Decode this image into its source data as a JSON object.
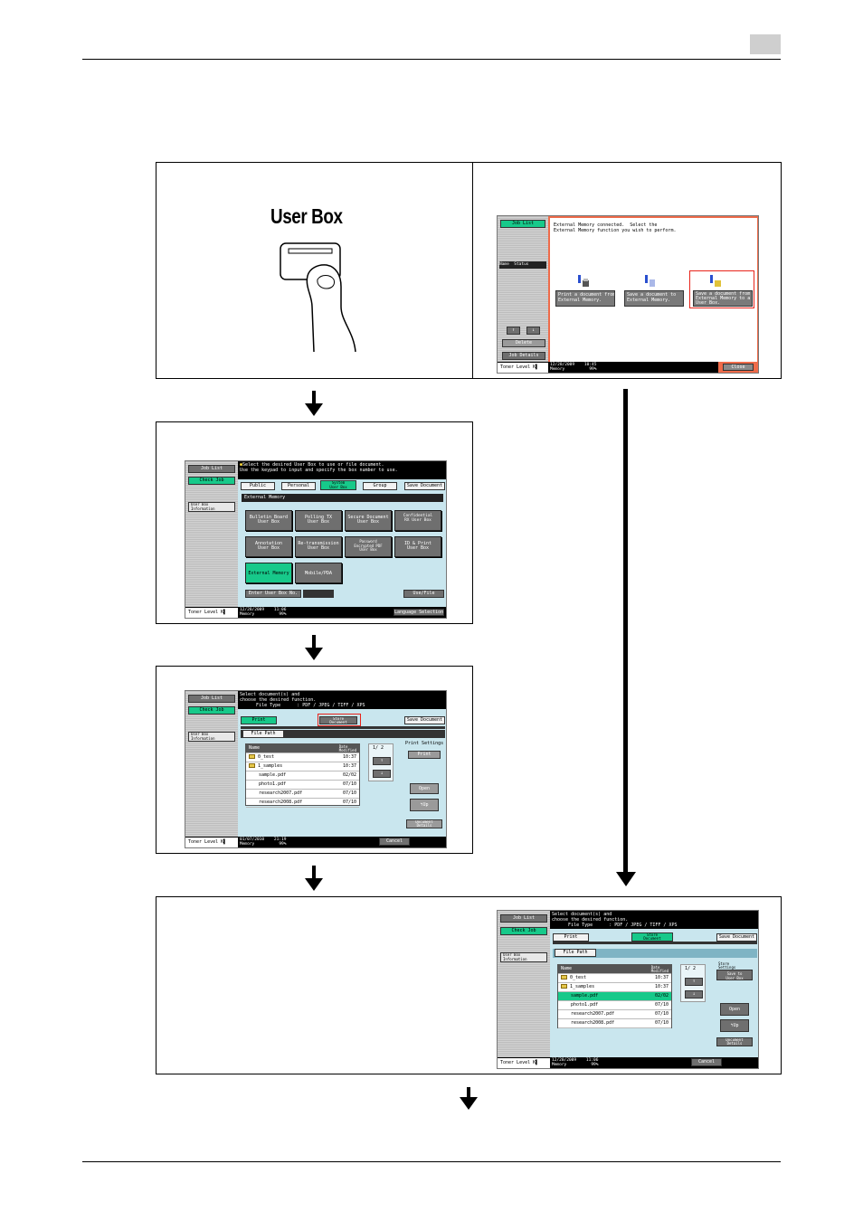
{
  "panel1": {
    "button_label": "User Box"
  },
  "panel2": {
    "side": {
      "job_list": "Job List",
      "col1": "Name",
      "col2": "Status",
      "delete": "Delete",
      "job_details": "Job Details",
      "toner": "Toner Level"
    },
    "message": "External Memory connected.  Select the\nExternal Memory function you wish to perform.",
    "options": [
      "Print a document from\nExternal Memory.",
      "Save a document to\nExternal Memory.",
      "Save a document from\nExternal Memory to a\nUser Box."
    ],
    "status": "12/28/2009    10:45\nMemory          99%",
    "close": "Close"
  },
  "panel3": {
    "side": {
      "job_list": "Job List",
      "check_job": "Check Job",
      "info": "User Box\nInformation",
      "toner": "Toner Level"
    },
    "message": "Select the desired User Box to use or file document.\nUse the keypad to input and specify the box number to use.",
    "tabs": [
      "Public",
      "Personal",
      "System\nUser Box",
      "Group"
    ],
    "save_document": "Save Document",
    "header": "External Memory",
    "boxes": [
      "Bulletin Board\nUser Box",
      "Polling TX\nUser Box",
      "Secure Document\nUser Box",
      "Confidential\nRX User Box",
      "Annotation\nUser Box",
      "Re-transmission\nUser Box",
      "Password\nEncrypted PDF\nUser Box",
      "ID & Print\nUser Box",
      "External Memory",
      "Mobile/PDA"
    ],
    "enter_box_no": "Enter User Box No.",
    "use_file": "Use/File",
    "status": "12/28/2009    11:06\nMemory          99%",
    "language": "Language Selection"
  },
  "panel4": {
    "side": {
      "job_list": "Job List",
      "check_job": "Check Job",
      "info": "User Box\nInformation",
      "toner": "Toner Level"
    },
    "message": "Select document(s) and\nchoose the desired function.\n      File Type      : PDF / JPEG / TIFF / XPS",
    "tab_print": "Print",
    "tab_store": "Store\nDocument",
    "save_document": "Save Document",
    "file_path": "File Path",
    "col_name": "Name",
    "col_date": "Date\nModified",
    "rows": [
      {
        "name": "0_test",
        "date": "10:37",
        "folder": true
      },
      {
        "name": "1_samples",
        "date": "10:37",
        "folder": true
      },
      {
        "name": "sample.pdf",
        "date": "02/02",
        "folder": false
      },
      {
        "name": "photo1.pdf",
        "date": "07/10",
        "folder": false
      },
      {
        "name": "research2007.pdf",
        "date": "07/10",
        "folder": false
      },
      {
        "name": "research2008.pdf",
        "date": "07/10",
        "folder": false
      }
    ],
    "page": "1/  2",
    "print_settings": "Print Settings",
    "print": "Print",
    "open": "Open",
    "up": "Up",
    "doc_details": "Document\nDetails",
    "status": "01/07/2010    21:19\nMemory          99%",
    "cancel": "Cancel"
  },
  "panel5": {
    "side": {
      "job_list": "Job List",
      "check_job": "Check Job",
      "info": "User Box\nInformation",
      "toner": "Toner Level"
    },
    "message": "Select document(s) and\nchoose the desired function.\n      File Type      : PDF / JPEG / TIFF / XPS",
    "tab_print": "Print",
    "tab_store": "Store\nDocument",
    "save_document": "Save Document",
    "file_path": "File Path",
    "col_name": "Name",
    "col_date": "Date\nModified",
    "rows": [
      {
        "name": "0_test",
        "date": "10:37",
        "folder": true
      },
      {
        "name": "1_samples",
        "date": "10:37",
        "folder": true
      },
      {
        "name": "sample.pdf",
        "date": "02/02",
        "folder": false,
        "selected": true
      },
      {
        "name": "photo1.pdf",
        "date": "07/10",
        "folder": false
      },
      {
        "name": "research2007.pdf",
        "date": "07/10",
        "folder": false
      },
      {
        "name": "research2008.pdf",
        "date": "07/10",
        "folder": false
      }
    ],
    "page": "1/  2",
    "store_settings": "Store\nSettings",
    "save_to_box": "Save to\nUser Box",
    "open": "Open",
    "up": "Up",
    "doc_details": "Document\nDetails",
    "status": "12/28/2009    11:06\nMemory          99%",
    "cancel": "Cancel"
  }
}
